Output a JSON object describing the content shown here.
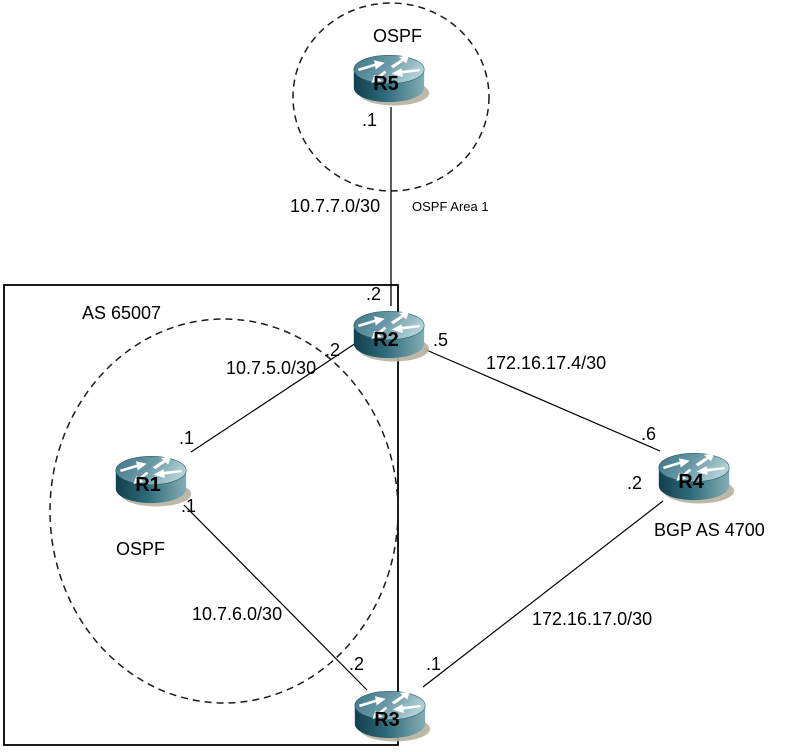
{
  "diagram": {
    "kind": "network-topology",
    "background": "#ffffff",
    "line_color": "#000000"
  },
  "zones": {
    "ospf_area1": {
      "label": "OSPF",
      "annotation": "OSPF Area 1"
    },
    "as65007": {
      "label": "AS 65007",
      "igp_label": "OSPF"
    },
    "bgp": {
      "label": "BGP AS 4700"
    }
  },
  "routers": {
    "r1": {
      "label": "R1"
    },
    "r2": {
      "label": "R2"
    },
    "r3": {
      "label": "R3"
    },
    "r4": {
      "label": "R4"
    },
    "r5": {
      "label": "R5"
    }
  },
  "links": {
    "r5_r2": {
      "network": "10.7.7.0/30",
      "r5_end": ".1",
      "r2_end": ".2"
    },
    "r1_r2": {
      "network": "10.7.5.0/30",
      "r1_end": ".1",
      "r2_end": ".2"
    },
    "r1_r3": {
      "network": "10.7.6.0/30",
      "r1_end": ".1",
      "r3_end": ".2"
    },
    "r2_r4": {
      "network": "172.16.17.4/30",
      "r2_end": ".5",
      "r4_end": ".6"
    },
    "r3_r4": {
      "network": "172.16.17.0/30",
      "r3_end": ".1",
      "r4_end": ".2"
    }
  },
  "colors": {
    "router_top_dark": "#3a7485",
    "router_top_light": "#b0cfd5",
    "router_side_dark": "#123f4c",
    "router_side_mid": "#2e6b7a",
    "router_side_light": "#84adb5",
    "router_shadow": "#b7b09f",
    "router_arrow": "#ffffff",
    "outline": "#000000"
  }
}
